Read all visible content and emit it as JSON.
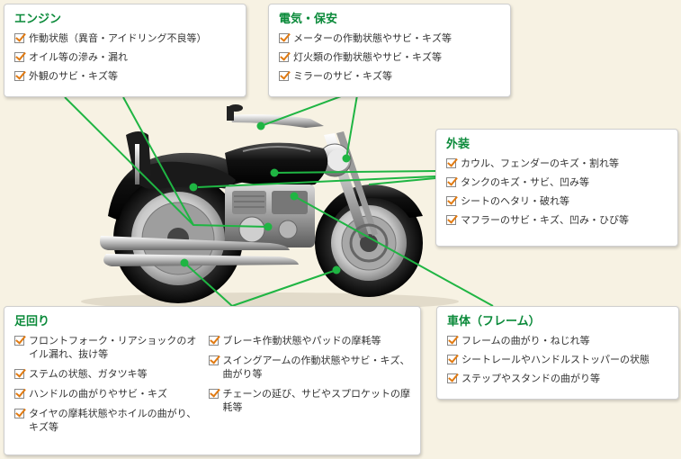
{
  "colors": {
    "accent_green": "#0b8a3a",
    "check_orange": "#e07a12",
    "line_green": "#1fb543",
    "background": "#f7f2e3"
  },
  "panels": {
    "engine": {
      "title": "エンジン",
      "items": [
        "作動状態（異音・アイドリング不良等）",
        "オイル等の滲み・漏れ",
        "外観のサビ・キズ等"
      ]
    },
    "electric": {
      "title": "電気・保安",
      "items": [
        "メーターの作動状態やサビ・キズ等",
        "灯火類の作動状態やサビ・キズ等",
        "ミラーのサビ・キズ等"
      ]
    },
    "exterior": {
      "title": "外装",
      "items": [
        "カウル、フェンダーのキズ・割れ等",
        "タンクのキズ・サビ、凹み等",
        "シートのヘタリ・破れ等",
        "マフラーのサビ・キズ、凹み・ひび等"
      ]
    },
    "frame": {
      "title": "車体（フレーム）",
      "items": [
        "フレームの曲がり・ねじれ等",
        "シートレールやハンドルストッパーの状態",
        "ステップやスタンドの曲がり等"
      ]
    },
    "suspension": {
      "title": "足回り",
      "items_left": [
        "フロントフォーク・リアショックのオイル漏れ、抜け等",
        "ステムの状態、ガタツキ等",
        "ハンドルの曲がりやサビ・キズ",
        "タイヤの摩耗状態やホイルの曲がり、キズ等"
      ],
      "items_right": [
        "ブレーキ作動状態やパッドの摩耗等",
        "スイングアームの作動状態やサビ・キズ、曲がり等",
        "チェーンの延び、サビやスプロケットの摩耗等"
      ]
    }
  }
}
